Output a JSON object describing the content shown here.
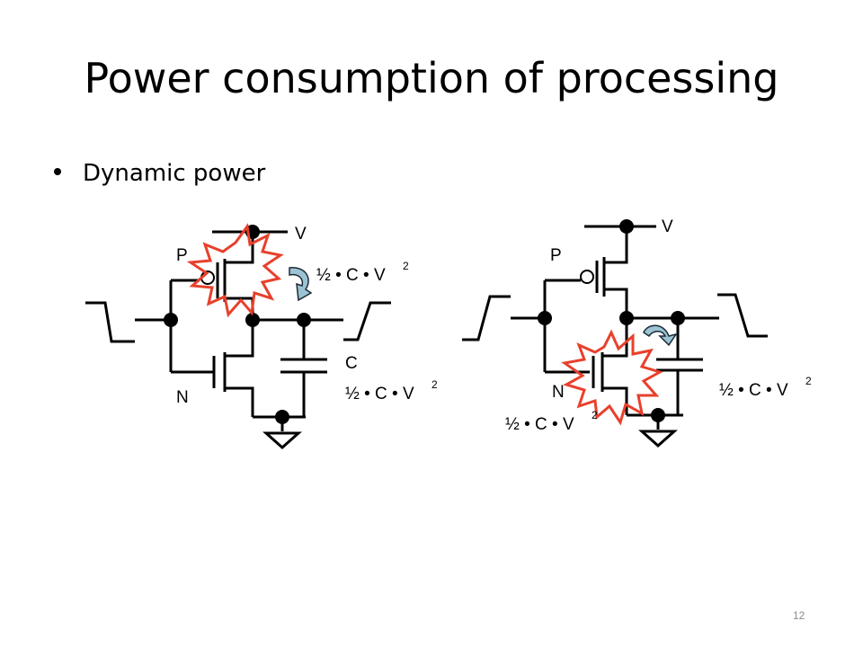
{
  "slide": {
    "title": "Power consumption of processing",
    "bullet": "Dynamic power",
    "page_number": "12"
  },
  "left_circuit": {
    "vdd_label": "V",
    "pmos_label": "P",
    "nmos_label": "N",
    "cap_label": "C",
    "energy_top": "½ • C • V",
    "energy_top_exp": "2",
    "energy_bottom": "½ • C • V",
    "energy_bottom_exp": "2"
  },
  "right_circuit": {
    "vdd_label": "V",
    "pmos_label": "P",
    "nmos_label": "N",
    "energy_right": "½ • C • V",
    "energy_right_exp": "2",
    "energy_bottom": "½ • C • V",
    "energy_bottom_exp": "2"
  },
  "colors": {
    "burst": "#e8402c",
    "arrow": "#9bc3d4"
  }
}
